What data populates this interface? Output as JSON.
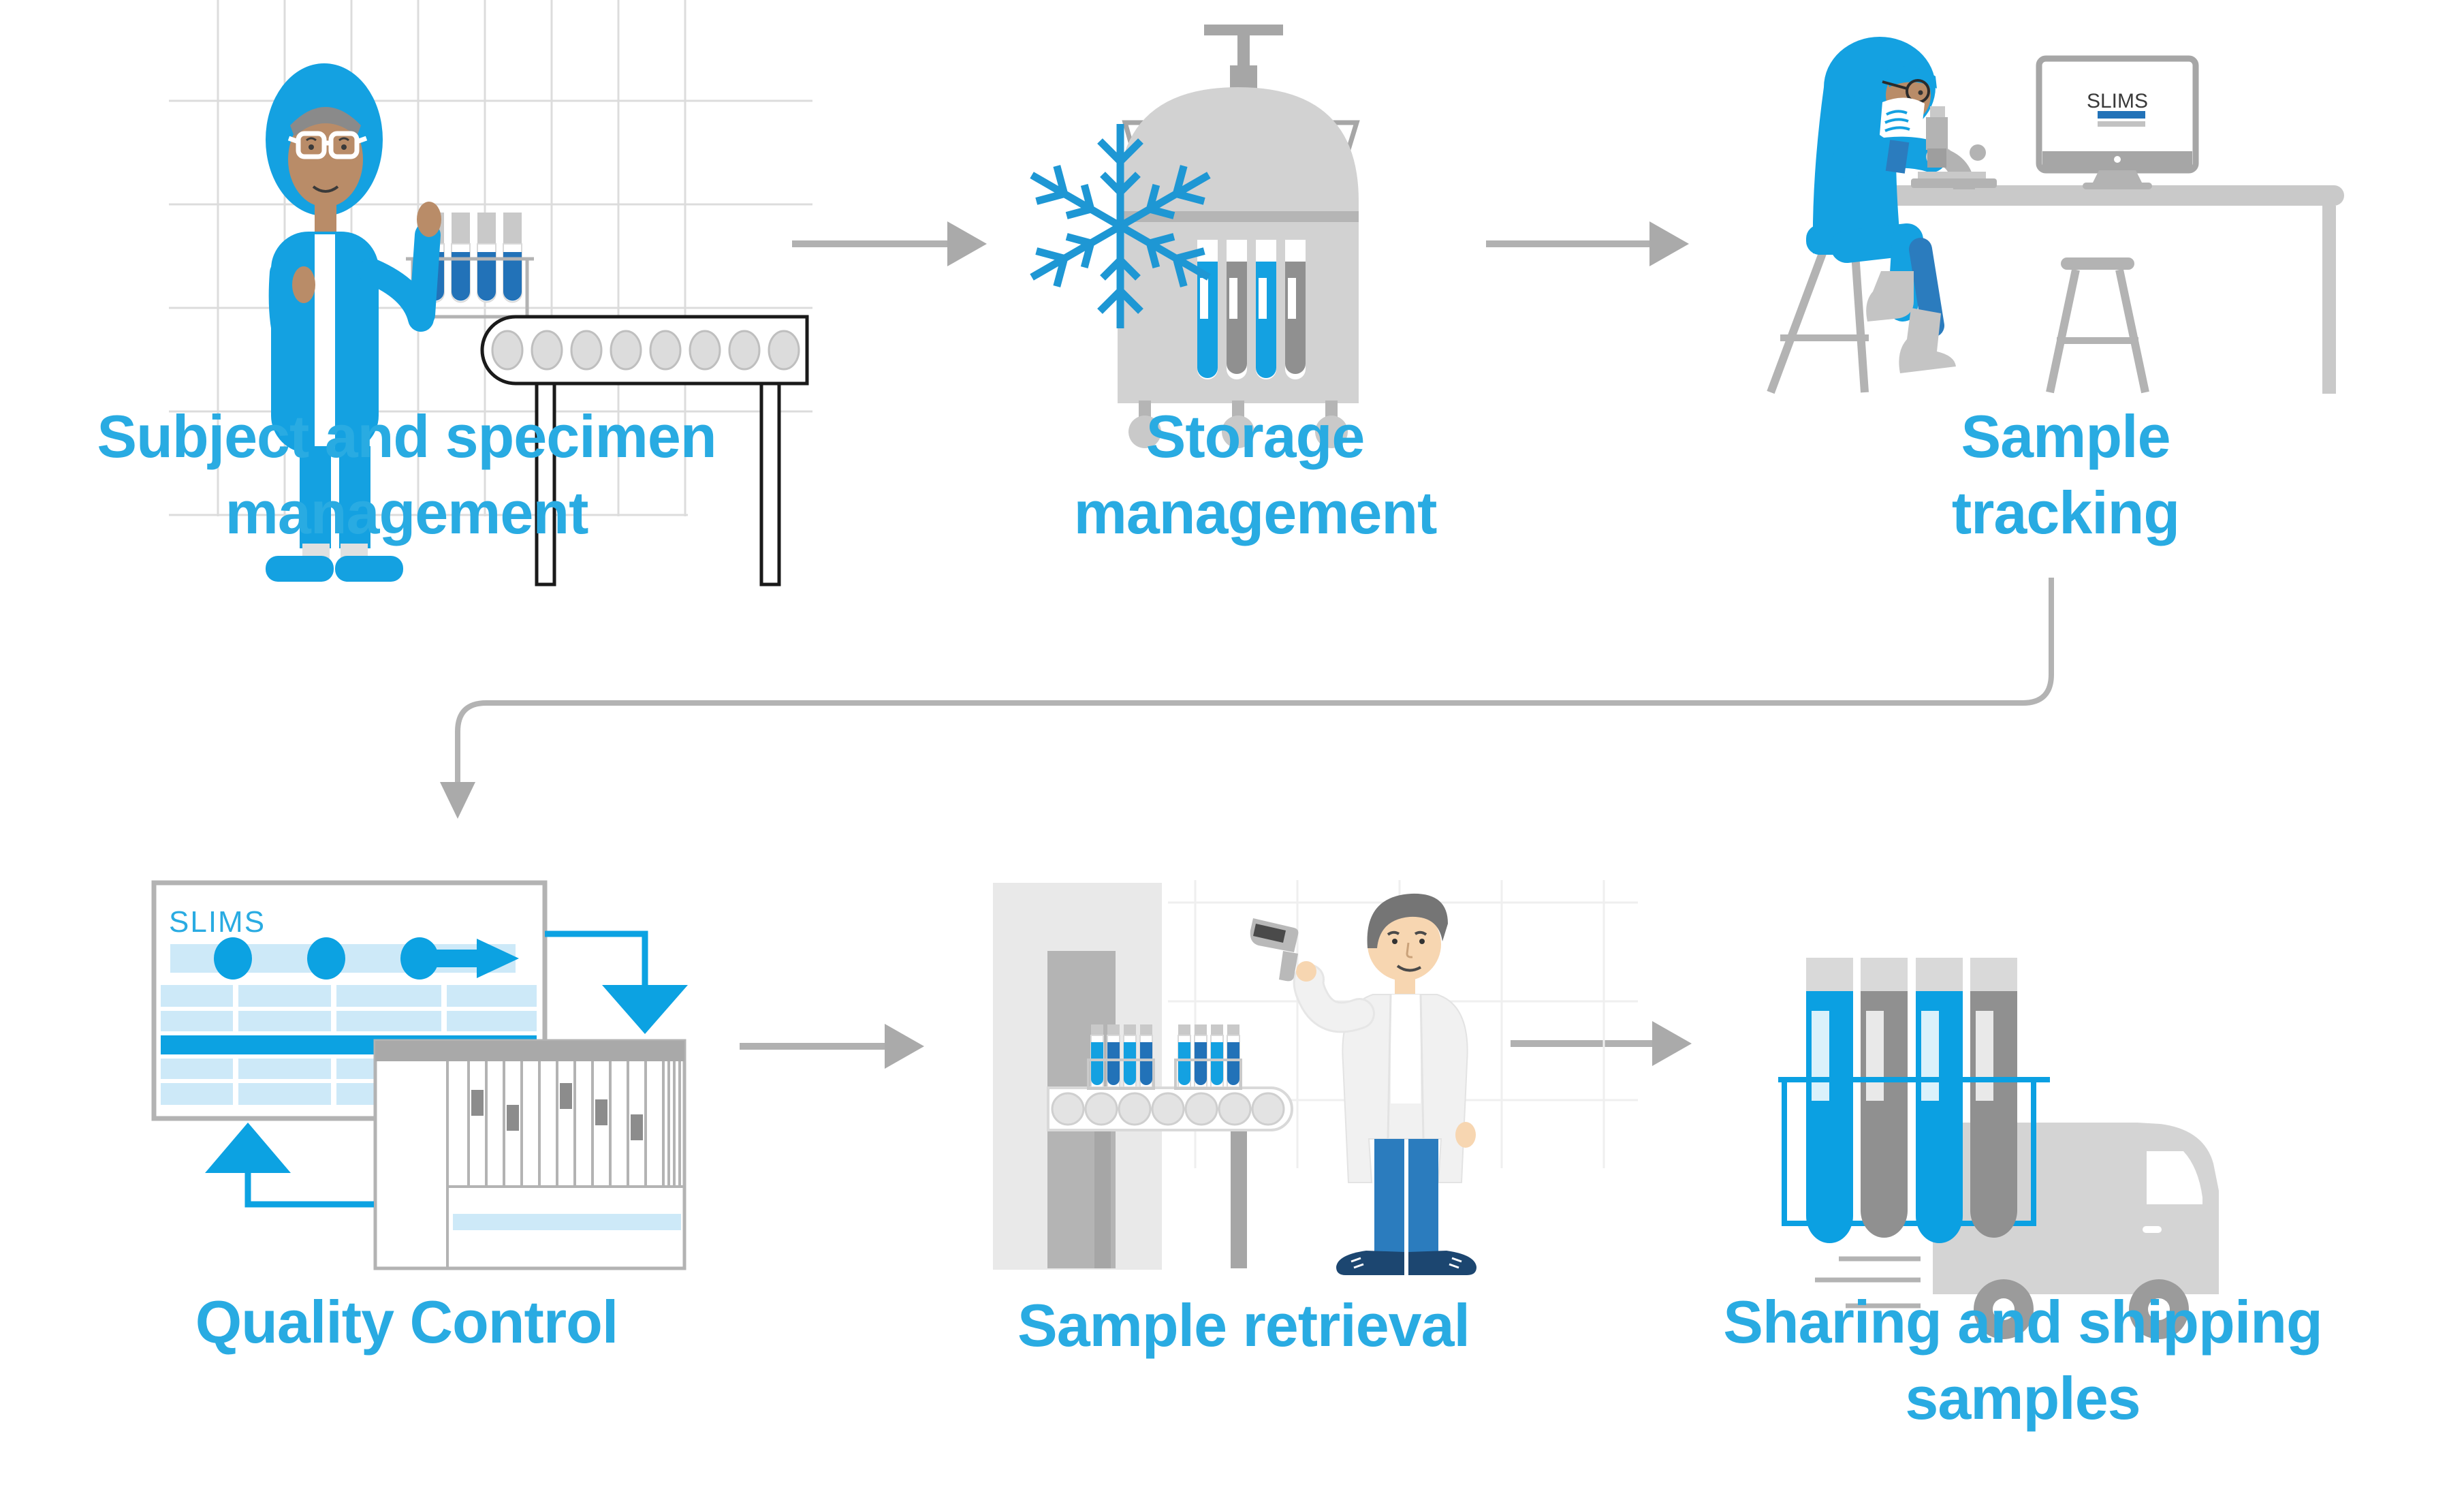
{
  "diagram": {
    "type": "workflow-infographic",
    "background": "#ffffff",
    "steps": [
      {
        "id": 1,
        "label": "Subject and specimen management",
        "lines": [
          "Subject and specimen",
          "management"
        ],
        "illustration": "technician-with-specimen-rack-and-conveyor"
      },
      {
        "id": 2,
        "label": "Storage management",
        "lines": [
          "Storage",
          "management"
        ],
        "illustration": "cryogenic-storage-tank-with-snowflake"
      },
      {
        "id": 3,
        "label": "Sample tracking",
        "lines": [
          "Sample",
          "tracking"
        ],
        "illustration": "scientist-at-microscope-with-slims-monitor",
        "monitor_text": "SLIMS"
      },
      {
        "id": 4,
        "label": "Quality Control",
        "lines": [
          "Quality Control"
        ],
        "illustration": "slims-window-linked-with-qc-analyzer",
        "window_text": "SLIMS"
      },
      {
        "id": 5,
        "label": "Sample retrieval",
        "lines": [
          "Sample retrieval"
        ],
        "illustration": "technician-scanning-tubes-on-conveyor"
      },
      {
        "id": 6,
        "label": "Sharing and shipping samples",
        "lines": [
          "Sharing and shipping",
          "samples"
        ],
        "illustration": "tube-rack-with-delivery-truck"
      }
    ],
    "connectors": [
      {
        "from": 1,
        "to": 2,
        "type": "gray-arrow-right"
      },
      {
        "from": 2,
        "to": 3,
        "type": "gray-arrow-right"
      },
      {
        "from": 3,
        "to": 4,
        "type": "gray-elbow-down-left-down-arrow"
      },
      {
        "from": 4,
        "to": 5,
        "type": "gray-arrow-right"
      },
      {
        "from": 5,
        "to": 6,
        "type": "gray-arrow-right"
      }
    ],
    "colors": {
      "label_text": "#29abe2",
      "bright_blue": "#14a1e1",
      "dark_blue": "#2272b8",
      "light_blue": "#cde9f8",
      "snowflake_blue": "#1e97d4",
      "arrow_gray": "#b1b1b1",
      "mid_gray": "#a6a6a6",
      "light_gray": "#d2d2d2",
      "skin_tan": "#b98c68",
      "skin_light": "#f7d6b1"
    }
  }
}
